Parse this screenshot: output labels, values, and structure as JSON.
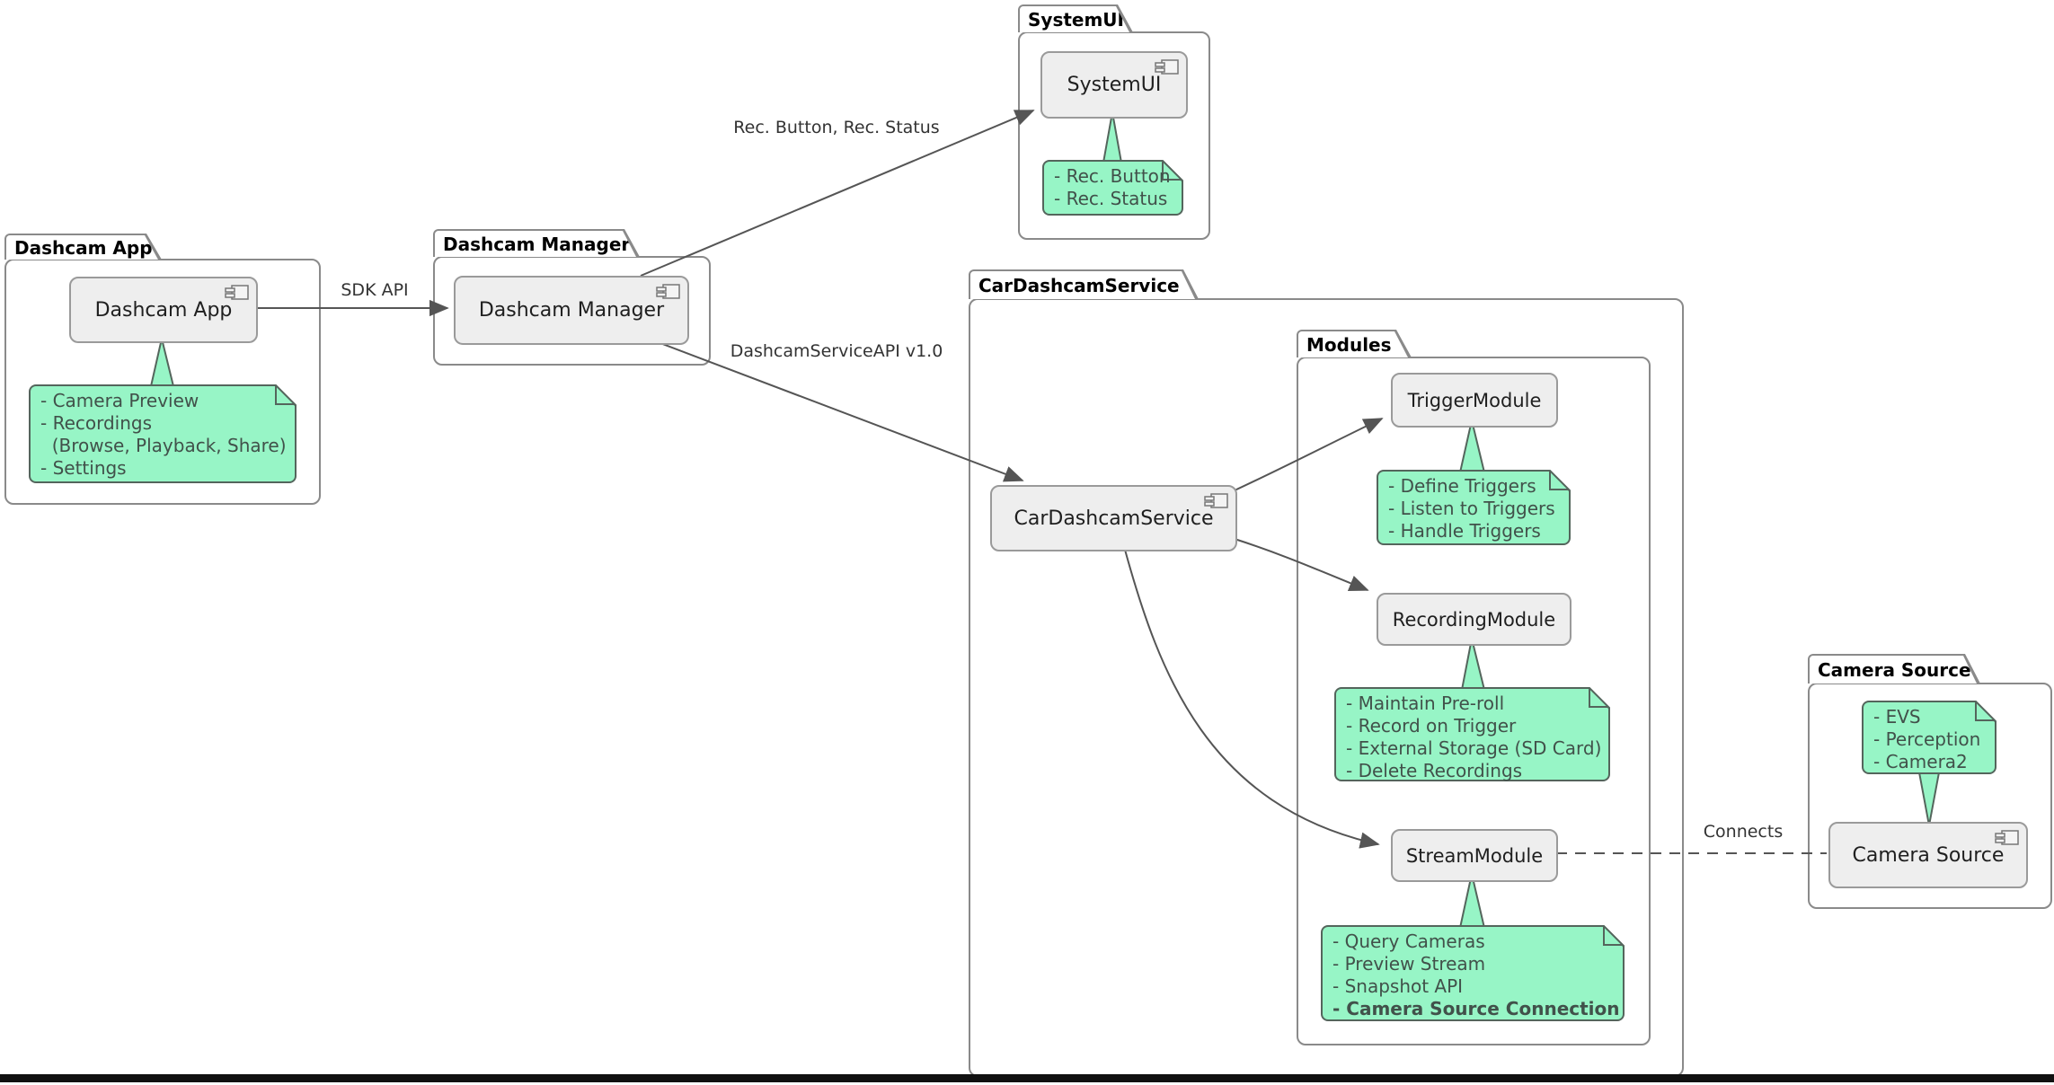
{
  "packages": {
    "dashcam_app": {
      "title": "Dashcam App",
      "component": "Dashcam App",
      "note": "- Camera Preview\n- Recordings\n  (Browse, Playback, Share)\n- Settings"
    },
    "dashcam_manager": {
      "title": "Dashcam Manager",
      "component": "Dashcam Manager"
    },
    "system_ui": {
      "title": "SystemUI",
      "component": "SystemUI",
      "note": "- Rec. Button\n- Rec. Status"
    },
    "car_dashcam_service": {
      "title": "CarDashcamService",
      "component": "CarDashcamService"
    },
    "modules_pkg": {
      "title": "Modules"
    },
    "camera_source": {
      "title": "Camera Source",
      "component": "Camera Source",
      "note": "- EVS\n- Perception\n- Camera2"
    }
  },
  "modules": {
    "trigger": {
      "component": "TriggerModule",
      "note": "- Define Triggers\n- Listen to Triggers\n- Handle Triggers"
    },
    "recording": {
      "component": "RecordingModule",
      "note": "- Maintain Pre-roll\n- Record on Trigger\n- External Storage (SD Card)\n- Delete Recordings"
    },
    "stream": {
      "component": "StreamModule",
      "note": "- Query Cameras\n- Preview Stream\n- Snapshot API",
      "note_bold": "- Camera Source Connection"
    }
  },
  "edges": {
    "sdk_api": "SDK API",
    "rec_button_status": "Rec. Button, Rec. Status",
    "dashcam_service_api": "DashcamServiceAPI v1.0",
    "connects": "Connects"
  },
  "colors": {
    "note_bg": "#97f5c6",
    "note_border": "#54655c",
    "component_bg": "#eeeeee",
    "component_border": "#9a9a9a",
    "package_border": "#8a8a8a",
    "line": "#555555",
    "bottom_bar": "#111111"
  }
}
